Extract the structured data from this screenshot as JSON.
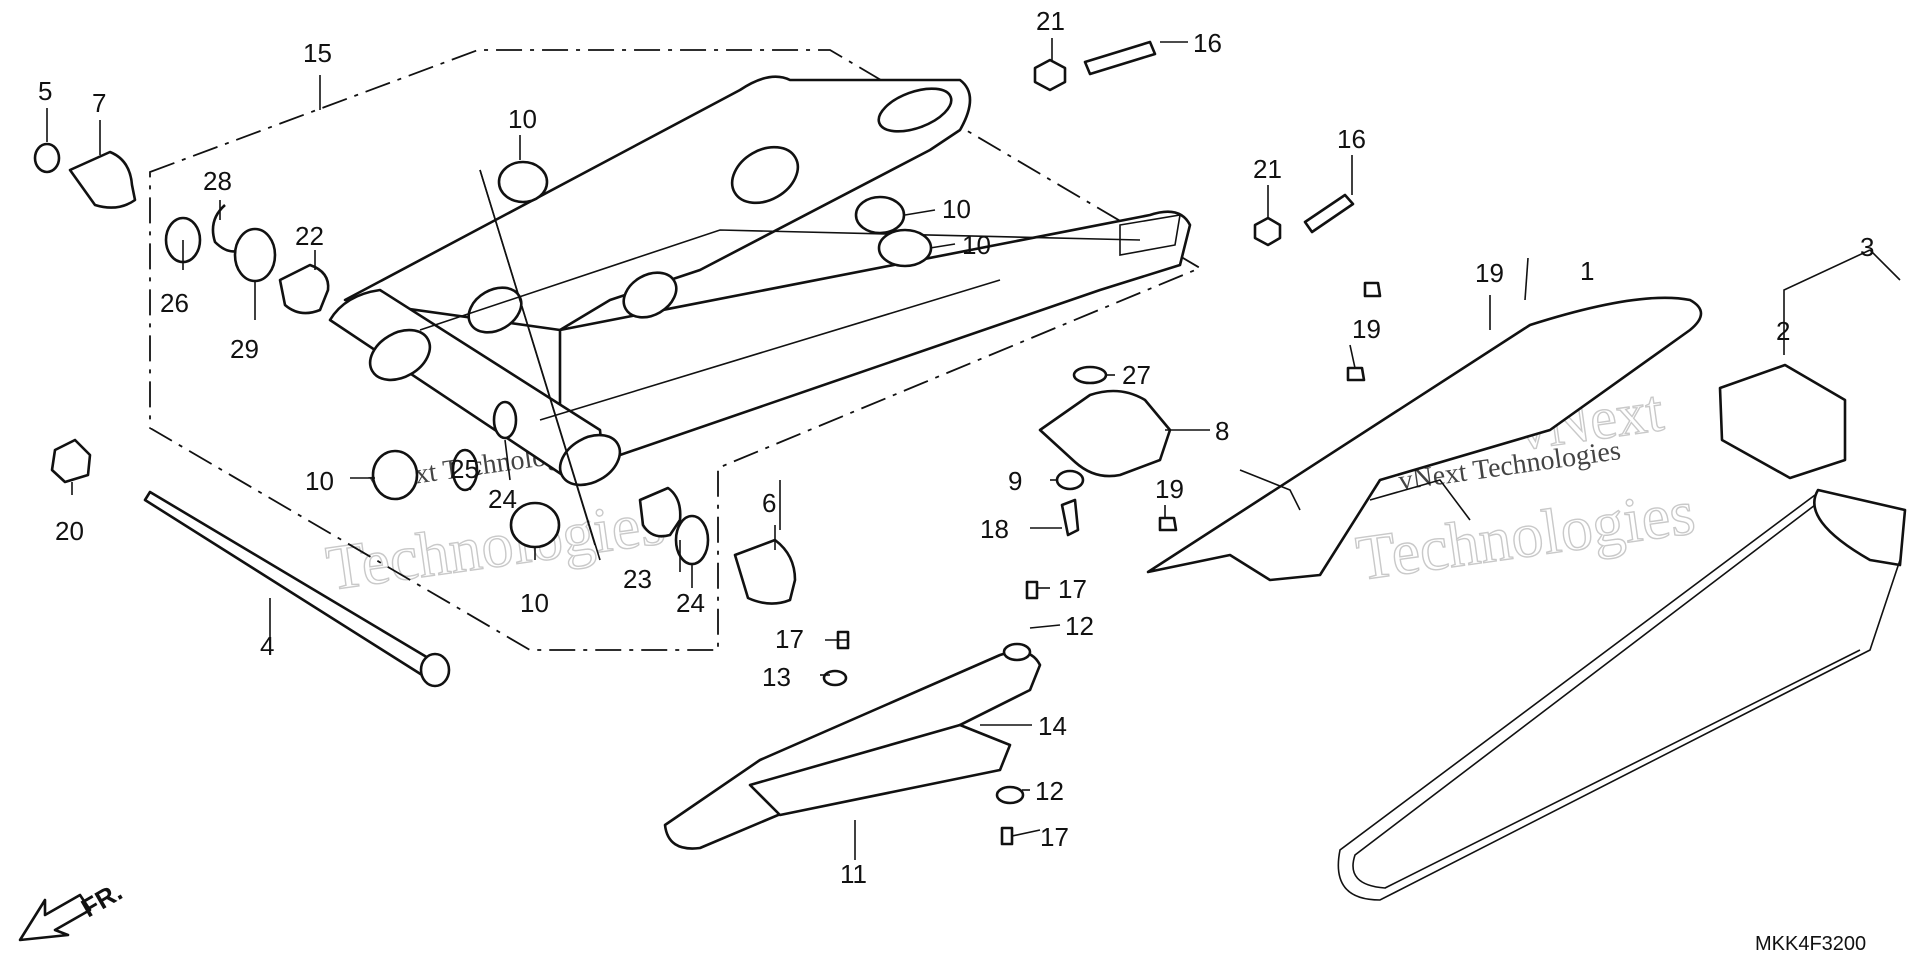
{
  "callouts": {
    "c1": "1",
    "c2": "2",
    "c3": "3",
    "c4": "4",
    "c5": "5",
    "c6": "6",
    "c7": "7",
    "c8": "8",
    "c9": "9",
    "c10": "10",
    "c11": "11",
    "c12": "12",
    "c13": "13",
    "c14": "14",
    "c15": "15",
    "c16": "16",
    "c17": "17",
    "c18": "18",
    "c19": "19",
    "c20": "20",
    "c21": "21",
    "c22": "22",
    "c23": "23",
    "c24": "24",
    "c25": "25",
    "c26": "26",
    "c27": "27",
    "c28": "28",
    "c29": "29"
  },
  "watermark": {
    "brand_line1": "vNext",
    "brand_line2": "Technologies",
    "full": "vNext Technologies"
  },
  "direction_label": "FR.",
  "diagram_code": "MKK4F3200"
}
